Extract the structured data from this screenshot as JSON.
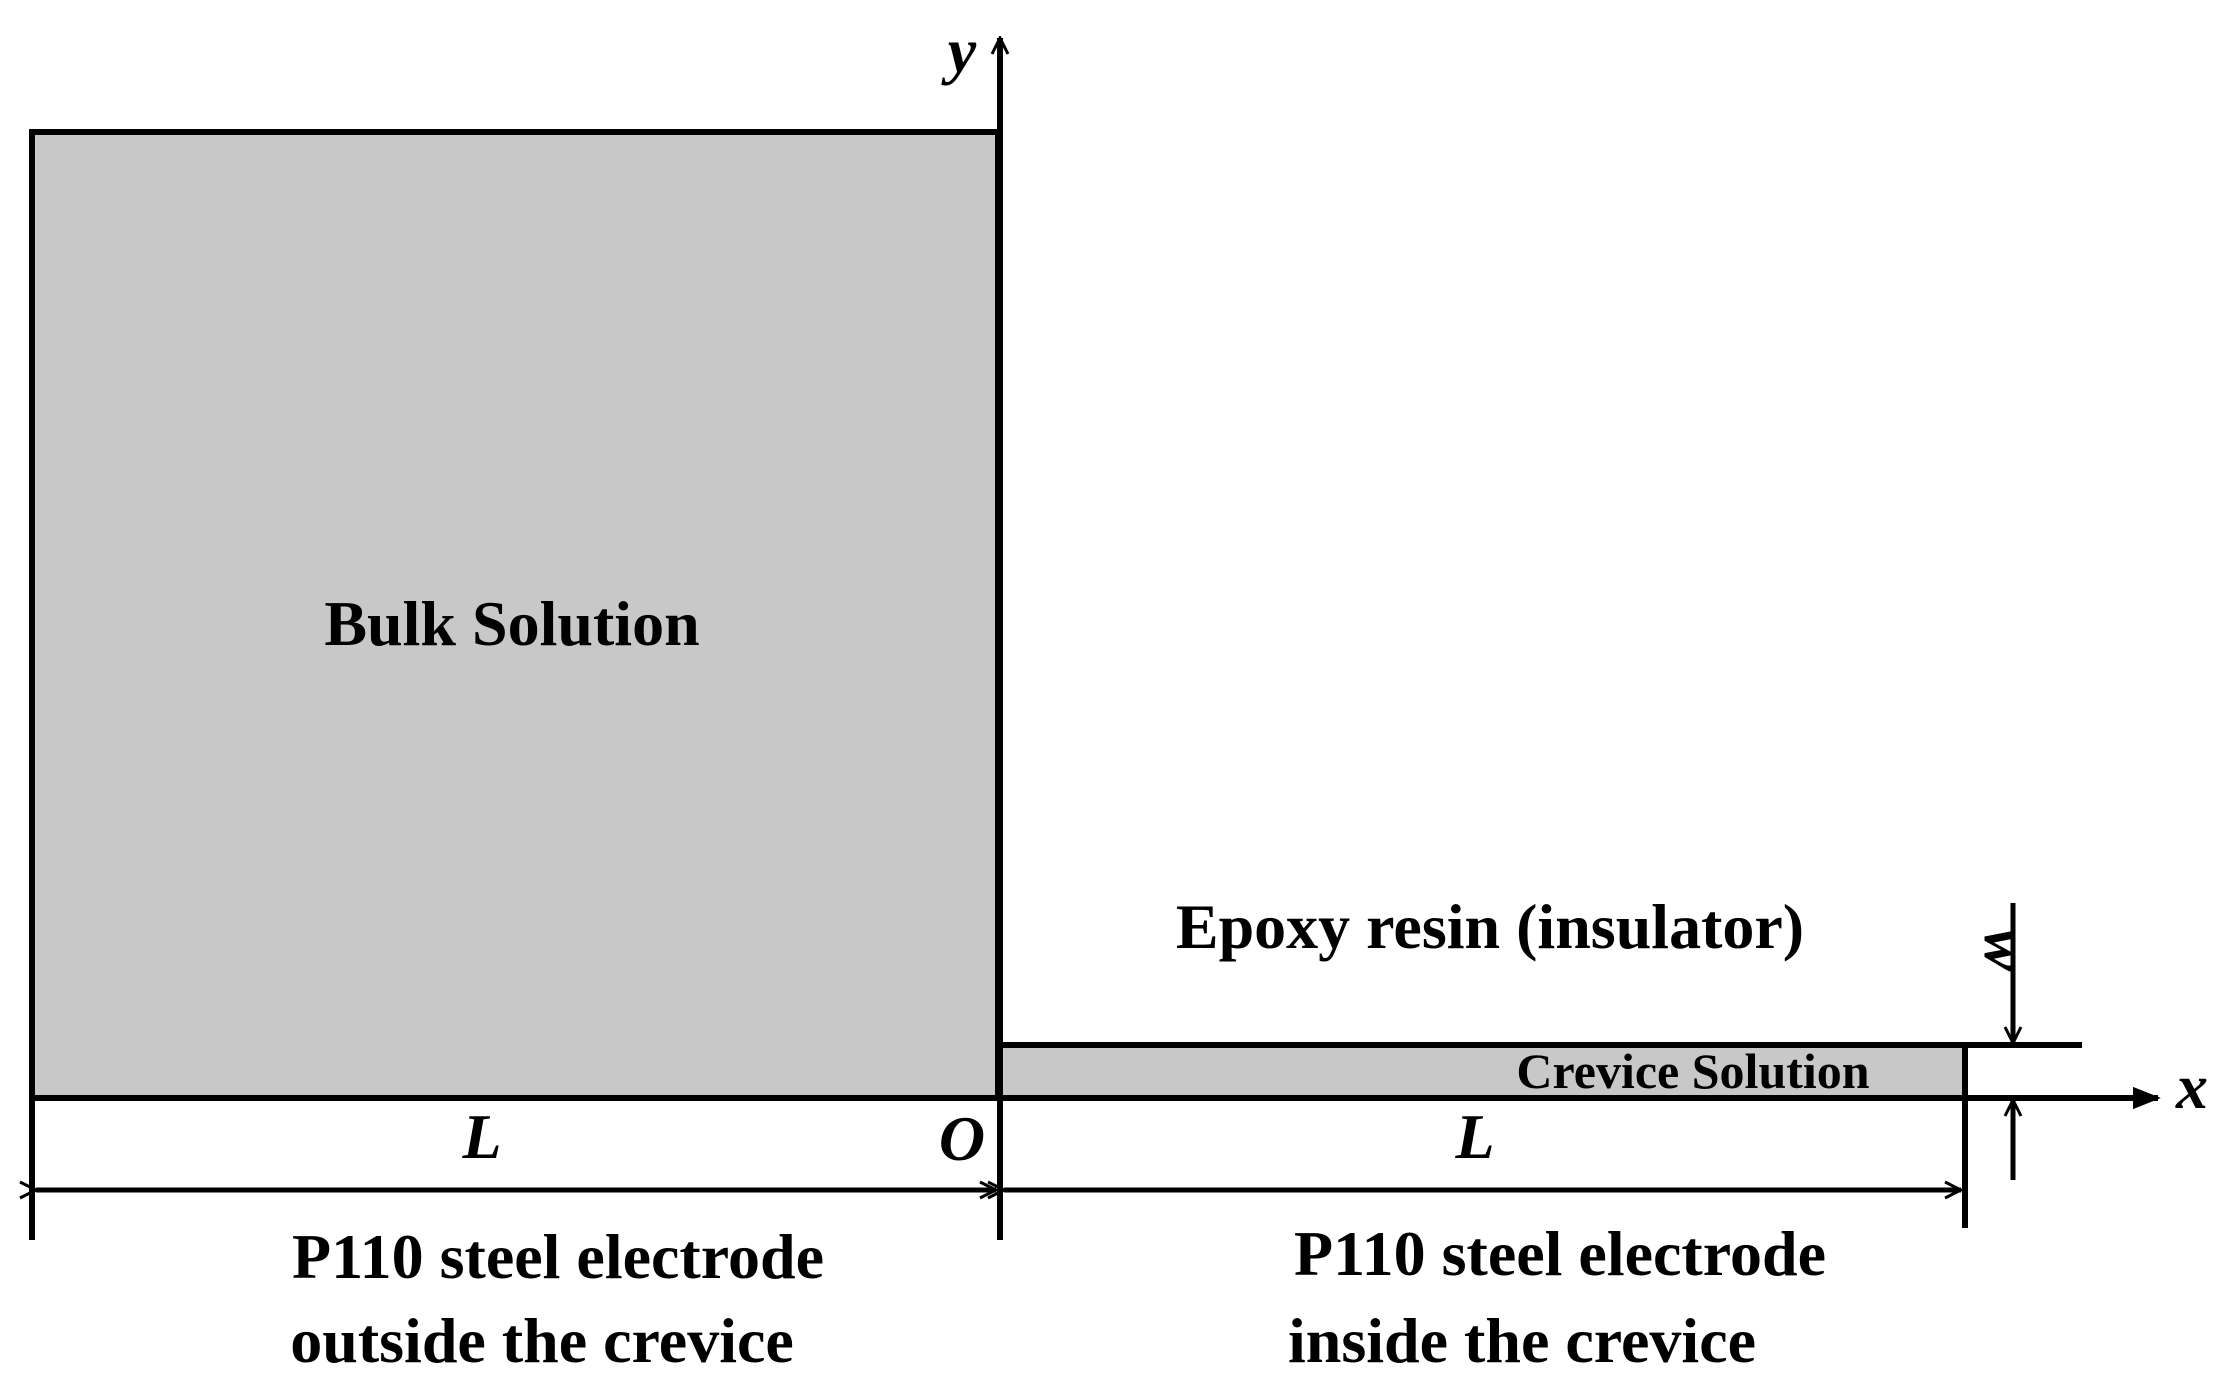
{
  "colors": {
    "region_fill": "#c8c8c8",
    "line": "#000000",
    "background": "#ffffff"
  },
  "labels": {
    "bulk_solution": "Bulk Solution",
    "epoxy_resin": "Epoxy resin (insulator)",
    "crevice_solution": "Crevice Solution",
    "outside_electrode_line1": "P110 steel electrode",
    "outside_electrode_line2": "outside the crevice",
    "inside_electrode_line1": "P110 steel electrode",
    "inside_electrode_line2": "inside the crevice"
  },
  "axes": {
    "y_label": "y",
    "x_label": "x",
    "origin_label": "O"
  },
  "dimensions": {
    "outside_length": "L",
    "inside_length": "L",
    "crevice_width": "w"
  }
}
